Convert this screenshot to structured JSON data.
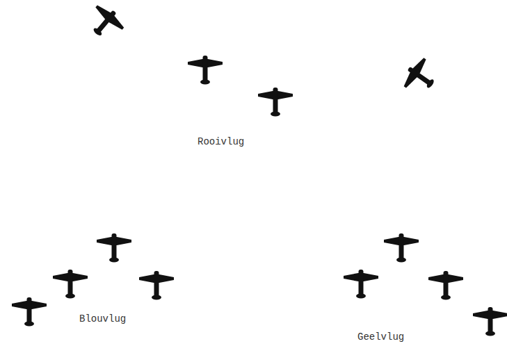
{
  "diagram": {
    "labels": [
      "Rooivlug",
      "Blouvlug",
      "Geelvlug"
    ]
  }
}
